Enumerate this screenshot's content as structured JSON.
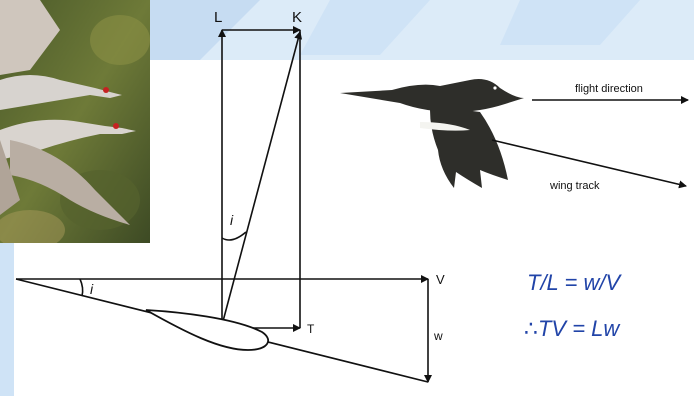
{
  "diagram": {
    "labels": {
      "lift": "L",
      "resultant": "K",
      "velocity": "V",
      "sink": "w",
      "thrust": "T",
      "angle_upper": "i",
      "angle_lower": "i"
    },
    "annotations": {
      "flight_direction": "flight direction",
      "wing_track": "wing track"
    }
  },
  "equations": {
    "ratio": "T/L = w/V",
    "product": "∴TV = Lw"
  },
  "colors": {
    "background_band": "#cfe3f6",
    "equation_text": "#2144a8",
    "line": "#111111"
  }
}
